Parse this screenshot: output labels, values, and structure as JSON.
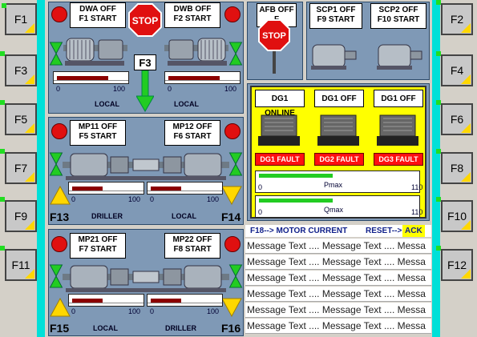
{
  "fkeys_left": [
    "F1",
    "F3",
    "F5",
    "F7",
    "F9",
    "F11"
  ],
  "fkeys_right": [
    "F2",
    "F4",
    "F6",
    "F8",
    "F10",
    "F12"
  ],
  "pump_panel": {
    "dwa_label": "DWA OFF",
    "dwa_sub": "F1 START",
    "dwb_label": "DWB OFF",
    "dwb_sub": "F2 START",
    "stop_text": "STOP",
    "f3_label": "F3",
    "left_scale_min": "0",
    "left_scale_max": "100",
    "left_fill": 0.75,
    "right_scale_min": "0",
    "right_scale_max": "100",
    "right_fill": 0.75,
    "left_caption": "LOCAL",
    "right_caption": "LOCAL"
  },
  "mp1_panel": {
    "left_label": "MP11 OFF",
    "left_sub": "F5 START",
    "right_label": "MP12 OFF",
    "right_sub": "F6 START",
    "left_scale_min": "0",
    "left_scale_max": "100",
    "left_fill": 0.45,
    "right_scale_min": "0",
    "right_scale_max": "100",
    "right_fill": 0.45,
    "left_caption": "DRILLER",
    "right_caption": "LOCAL",
    "left_fkey": "F13",
    "right_fkey": "F14"
  },
  "mp2_panel": {
    "left_label": "MP21 OFF",
    "left_sub": "F7 START",
    "right_label": "MP22 OFF",
    "right_sub": "F8 START",
    "left_scale_min": "0",
    "left_scale_max": "100",
    "left_fill": 0.45,
    "right_scale_min": "0",
    "right_scale_max": "100",
    "right_fill": 0.45,
    "left_caption": "LOCAL",
    "right_caption": "DRILLER",
    "left_fkey": "F15",
    "right_fkey": "F16"
  },
  "afb_panel": {
    "label": "AFB OFF",
    "sub": "F",
    "stop_text": "STOP"
  },
  "scp_panel": {
    "scp1_label": "SCP1 OFF",
    "scp1_sub": "F9 START",
    "scp2_label": "SCP2 OFF",
    "scp2_sub": "F10 START"
  },
  "dg_panel": {
    "dg1_status": "DG1 ONLINE",
    "dg2_status": "DG1 OFF",
    "dg3_status": "DG1 OFF",
    "fault1": "DG1 FAULT",
    "fault2": "DG2 FAULT",
    "fault3": "DG3 FAULT",
    "pmax_label": "Pmax",
    "pmax_min": "0",
    "pmax_max": "110",
    "pmax_fill": 0.47,
    "qmax_label": "Qmax",
    "qmax_min": "0",
    "qmax_max": "110",
    "qmax_fill": 0.47
  },
  "messages": {
    "motor_current": "F18--> MOTOR CURRENT",
    "reset": "RESET-->",
    "ack": "ACK",
    "rows": [
      "Message Text .... Message Text .... Messa",
      "Message Text .... Message Text .... Messa",
      "Message Text .... Message Text .... Messa",
      "Message Text .... Message Text .... Messa",
      "Message Text .... Message Text .... Messa",
      "Message Text .... Message Text .... Messa"
    ]
  },
  "colors": {
    "panel": "#7f99b6",
    "valve": "#22cc22",
    "warn": "#ffd700",
    "stop": "#e01010",
    "dg_bg": "#ffff00",
    "cyan": "#00e0d8"
  }
}
